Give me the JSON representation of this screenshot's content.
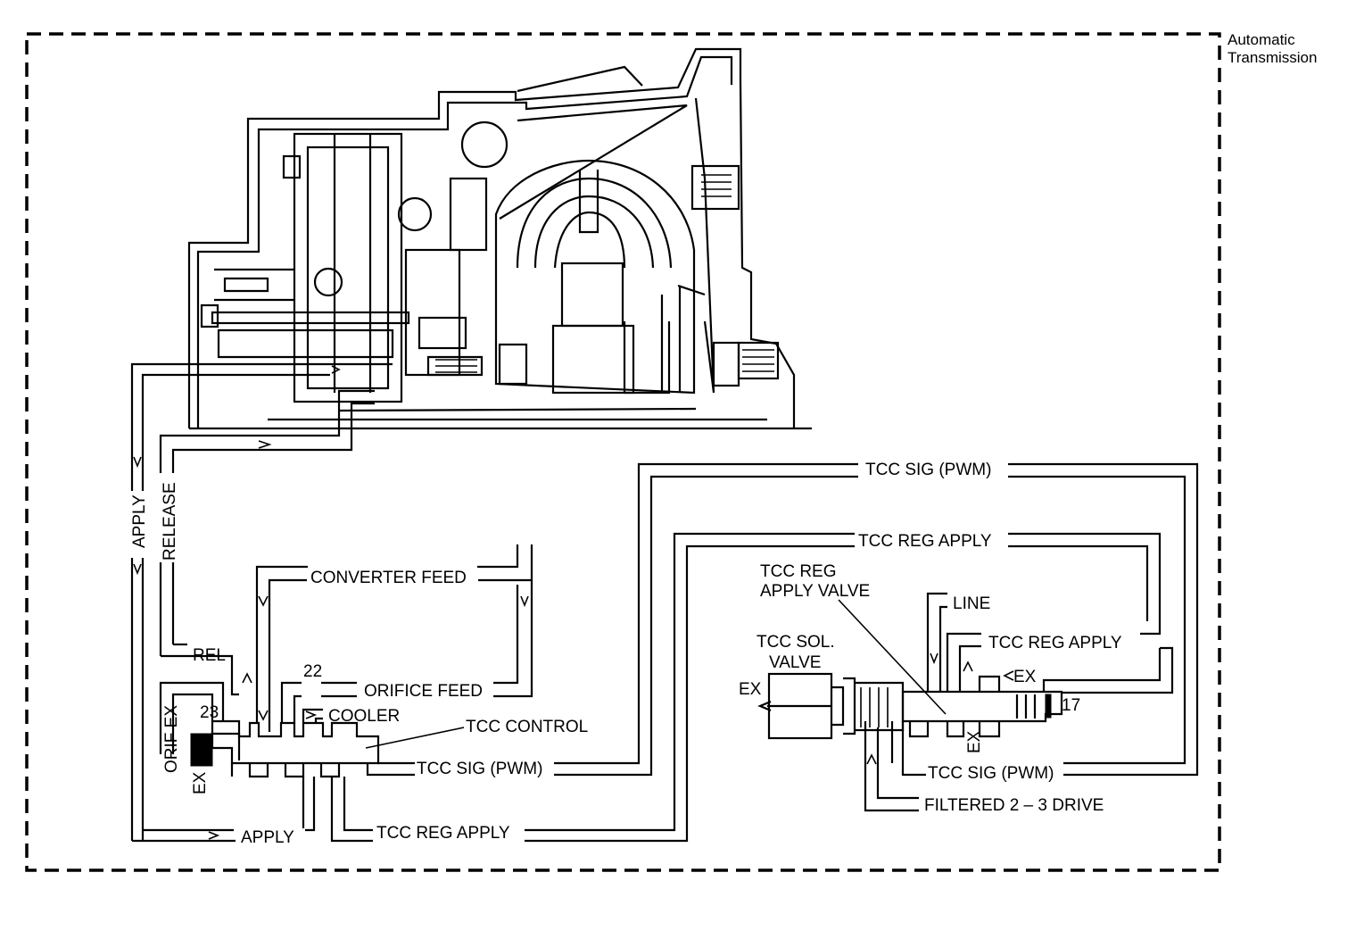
{
  "frame_label": {
    "line1": "Automatic",
    "line2": "Transmission"
  },
  "labels": {
    "tcc_sig_pwm_top": "TCC SIG (PWM)",
    "tcc_reg_apply_top": "TCC REG APPLY",
    "tcc_reg_apply_valve_1": "TCC REG",
    "tcc_reg_apply_valve_2": "APPLY VALVE",
    "line": "LINE",
    "tcc_reg_apply_right": "TCC REG APPLY",
    "tcc_sol_valve_1": "TCC SOL.",
    "tcc_sol_valve_2": "VALVE",
    "ex_sol": "EX",
    "ex_right_top": "EX",
    "num_17": "17",
    "ex_right_bottom": "EX",
    "tcc_sig_pwm_right": "TCC SIG (PWM)",
    "filtered_2_3_drive": "FILTERED 2 – 3 DRIVE",
    "apply_vertical": "APPLY",
    "release_vertical": "RELEASE",
    "converter_feed": "CONVERTER FEED",
    "rel": "REL",
    "num_22": "22",
    "orifice_feed": "ORIFICE FEED",
    "cooler": "COOLER",
    "tcc_control": "TCC CONTROL",
    "orif_ex": "ORIF EX",
    "num_23": "23",
    "ex_left": "EX",
    "tcc_sig_pwm_left": "TCC SIG (PWM)",
    "apply_bottom": "APPLY",
    "tcc_reg_apply_bottom": "TCC REG APPLY"
  }
}
